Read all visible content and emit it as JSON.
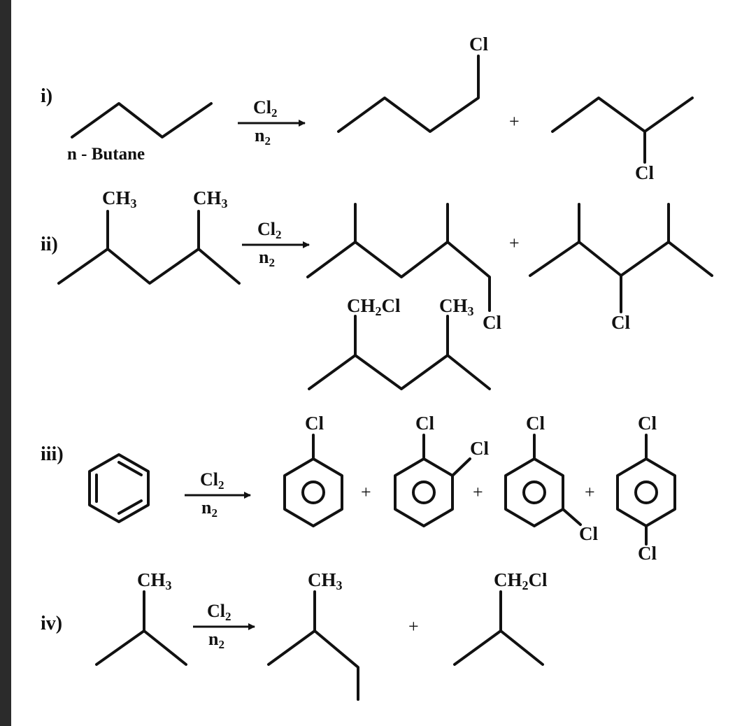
{
  "accent_color": "#111111",
  "sidebar_color": "#2b2b2b",
  "reactions": [
    {
      "number": "i)",
      "reactant_name": "n - Butane",
      "reagent_top": "Cl",
      "reagent_top_sub": "2",
      "reagent_bottom": "n",
      "reagent_bottom_sub": "2",
      "product_labels": [
        "Cl",
        "Cl"
      ],
      "plus_signs": [
        "+"
      ]
    },
    {
      "number": "ii)",
      "reactant_labels": [
        "CH",
        "CH"
      ],
      "reactant_label_subs": [
        "3",
        "3"
      ],
      "reagent_top": "Cl",
      "reagent_top_sub": "2",
      "reagent_bottom": "n",
      "reagent_bottom_sub": "2",
      "product_labels": [
        "Cl",
        "Cl",
        "CH",
        "Cl",
        "CH"
      ],
      "product_label_subs": [
        "",
        "",
        "2",
        "",
        "3"
      ],
      "plus_signs": [
        "+"
      ]
    },
    {
      "number": "iii)",
      "reagent_top": "Cl",
      "reagent_top_sub": "2",
      "reagent_bottom": "n",
      "reagent_bottom_sub": "2",
      "product_labels": [
        "Cl",
        "Cl",
        "Cl",
        "Cl",
        "Cl",
        "Cl",
        "Cl"
      ],
      "plus_signs": [
        "+",
        "+",
        "+"
      ]
    },
    {
      "number": "iv)",
      "reactant_label": "CH",
      "reactant_label_sub": "3",
      "reagent_top": "Cl",
      "reagent_top_sub": "2",
      "reagent_bottom": "n",
      "reagent_bottom_sub": "2",
      "product_labels": [
        "CH",
        "CH",
        "Cl"
      ],
      "product_label_subs": [
        "3",
        "2",
        ""
      ],
      "plus_signs": [
        "+"
      ]
    }
  ]
}
